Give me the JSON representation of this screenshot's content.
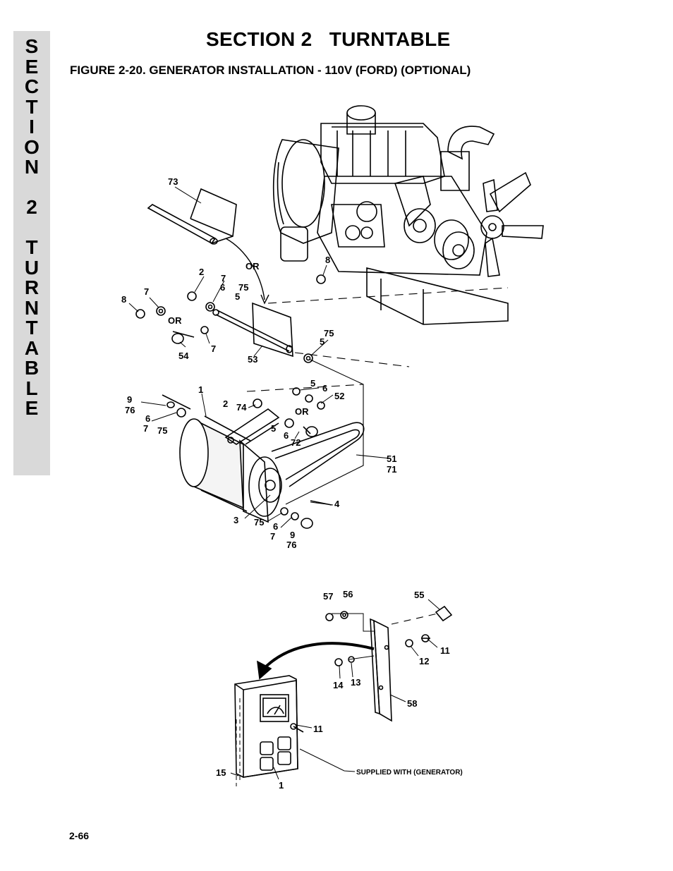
{
  "header": {
    "section_title": "SECTION 2   TURNTABLE",
    "figure_title": "FIGURE 2-20.  GENERATOR INSTALLATION - 110V (FORD) (OPTIONAL)"
  },
  "side_tab": {
    "letters": [
      "S",
      "E",
      "C",
      "T",
      "I",
      "O",
      "N",
      "",
      "2",
      "",
      "T",
      "U",
      "R",
      "N",
      "T",
      "A",
      "B",
      "L",
      "E"
    ]
  },
  "upper_diagram": {
    "callouts": {
      "c73": "73",
      "c_or1": "OR",
      "c8_engine": "8",
      "c2": "2",
      "c7a": "7",
      "c6a": "6",
      "c75a": "75",
      "c5a": "5",
      "c8_left": "8",
      "c7_left": "7",
      "c_or2": "OR",
      "c54": "54",
      "c7b": "7",
      "c53": "53",
      "c75b": "75",
      "c5b": "5",
      "c1": "1",
      "c9a": "9",
      "c76a": "76",
      "c6b": "6",
      "c7c": "7",
      "c75c": "75",
      "c2b": "2",
      "c74": "74",
      "c5c": "5",
      "c6c": "6",
      "c52": "52",
      "c_or3": "OR",
      "c5d": "5",
      "c6d": "6",
      "c72": "72",
      "c51": "51",
      "c71": "71",
      "c4": "4",
      "c3": "3",
      "c75d": "75",
      "c6e": "6",
      "c7d": "7",
      "c9b": "9",
      "c76b": "76"
    }
  },
  "lower_diagram": {
    "callouts": {
      "c57": "57",
      "c56": "56",
      "c55": "55",
      "c11a": "11",
      "c12": "12",
      "c13": "13",
      "c14": "14",
      "c58": "58",
      "c11b": "11",
      "c15": "15",
      "c1": "1"
    },
    "note": "SUPPLIED WITH (GENERATOR)"
  },
  "footer": {
    "page_number": "2-66"
  }
}
